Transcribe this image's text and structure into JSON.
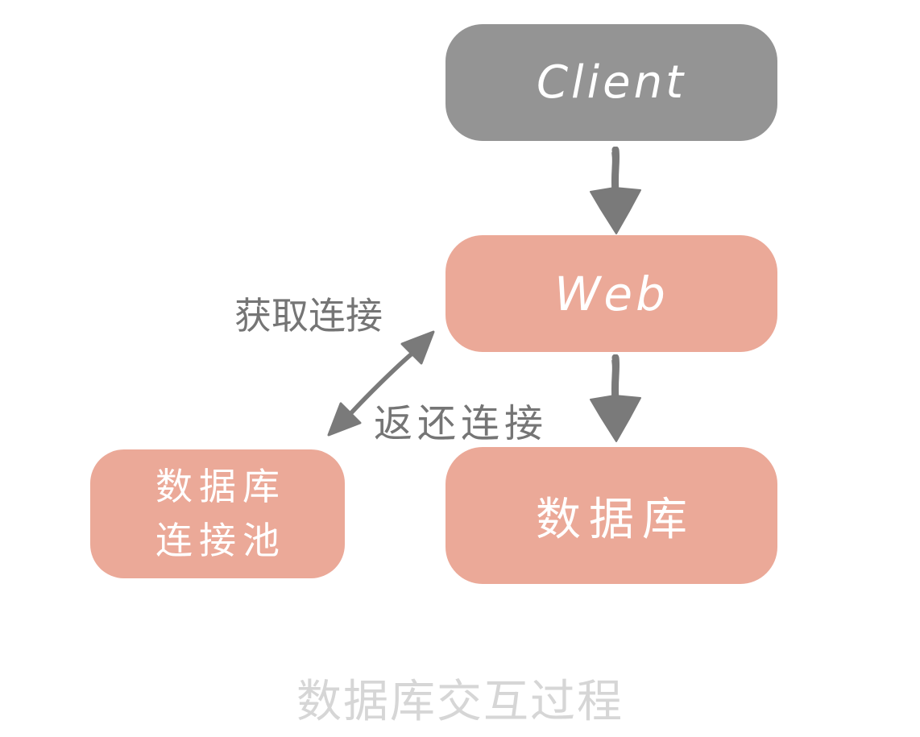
{
  "diagram": {
    "title": "数据库交互过程",
    "nodes": [
      {
        "id": "client",
        "label": "Client",
        "fill": "#949494",
        "text_color": "#FFFFFF"
      },
      {
        "id": "web",
        "label": "Web",
        "fill": "#EBA998",
        "text_color": "#FFFFFF"
      },
      {
        "id": "database",
        "label": "数据库",
        "fill": "#EBA998",
        "text_color": "#FFFFFF"
      },
      {
        "id": "connection-pool",
        "lines": [
          "数据库",
          "连接池"
        ],
        "fill": "#EBA998",
        "text_color": "#FFFFFF"
      }
    ],
    "edges": [
      {
        "from": "client",
        "to": "web",
        "style": "sketchy-arrow-down"
      },
      {
        "from": "web",
        "to": "database",
        "style": "sketchy-arrow-down"
      },
      {
        "from": "web",
        "to": "connection-pool",
        "style": "sketchy-double-arrow"
      }
    ],
    "edge_labels": {
      "acquire": "获取连接",
      "return": "返还连接"
    },
    "colors": {
      "node_salmon": "#EBA998",
      "node_gray": "#949494",
      "arrow": "#7A7A7A",
      "edge_label_text": "#757575",
      "caption_text": "#D6D6D6",
      "background": "#FFFFFF"
    }
  }
}
